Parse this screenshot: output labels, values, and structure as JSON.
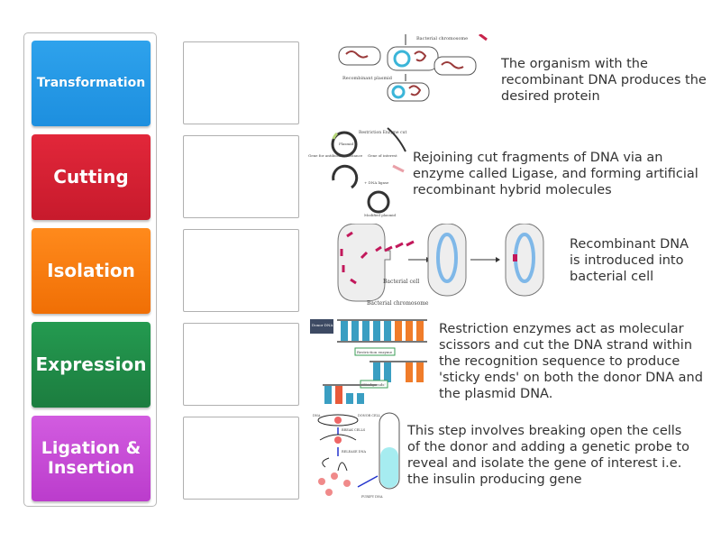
{
  "tiles": [
    {
      "label": "Transformation",
      "color": "#2196e8"
    },
    {
      "label": "Cutting",
      "color": "#d91f32"
    },
    {
      "label": "Isolation",
      "color": "#f7790f"
    },
    {
      "label": "Expression",
      "color": "#208a47"
    },
    {
      "label": "Ligation & Insertion",
      "color": "#c74bd6"
    }
  ],
  "rows": [
    {
      "description": "The organism with the recombinant DNA produces the desired protein",
      "image_labels": [
        "Bacterial chromosome",
        "Recombinant plasmid"
      ]
    },
    {
      "description": "Rejoining cut fragments of DNA via an enzyme called Ligase, and forming artificial recombinant hybrid molecules",
      "image_labels": [
        "Restriction Enzyme cut",
        "Plasmid",
        "Gene of interest",
        "Gene for antibiotic resistance",
        "+ DNA ligase",
        "Modified plasmid"
      ]
    },
    {
      "description": "Recombinant DNA is introduced into bacterial cell",
      "image_labels": [
        "Bacterial cell",
        "Bacterial chromosome"
      ]
    },
    {
      "description": "Restriction enzymes act as molecular scissors and cut the DNA strand within the recognition sequence to produce 'sticky ends' on both the donor DNA and the plasmid DNA.",
      "image_labels": [
        "Donor DNA",
        "Restriction enzyme",
        "'Sticky ends'"
      ]
    },
    {
      "description": "This step involves breaking open the cells of the donor and adding a genetic probe to reveal and isolate the gene of interest i.e. the insulin producing gene",
      "image_labels": [
        "DNA",
        "DONOR CELL",
        "BREAK CELLS",
        "RELEASE DNA",
        "PURIFY DNA"
      ]
    }
  ]
}
